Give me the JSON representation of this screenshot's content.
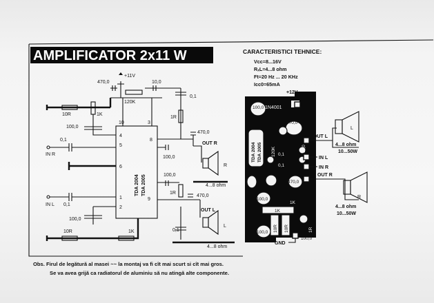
{
  "title": "AMPLIFICATOR 2x11 W",
  "specs": {
    "heading": "CARACTERISTICI TEHNICE:",
    "lines": [
      "Vcc=8...16V",
      "RₓL=4...8 ohm",
      "Ft=20 Hz ... 20 KHz",
      "Icc0=65mA"
    ]
  },
  "schematic": {
    "supply": "+11V",
    "ic_lines": [
      "TDA 2004",
      "TDA 2005"
    ],
    "pins": [
      "1",
      "2",
      "3",
      "4",
      "5",
      "6",
      "8",
      "9",
      "10"
    ],
    "components": {
      "c_470_top": "470,0",
      "c_10_top": "10,0",
      "r_120k": "120K",
      "c_01_top": "0,1",
      "r_10r_top": "10R",
      "r_1k_top": "1K",
      "c_100_left": "100,0",
      "c_01_inr": "0,1",
      "c_01_inl": "0,1",
      "c_100_bot": "100,0",
      "r_10r_bot": "10R",
      "r_1k_bot": "1K",
      "r_1r_top": "1R",
      "c_470_outr": "470,0",
      "c_100_mid": "100,0",
      "c_100_mid2": "100,0",
      "r_1r_bot": "1R",
      "c_470_outl": "470,0",
      "c_01_bot": "0,1"
    },
    "labels": {
      "in_r": "IN R",
      "in_l": "IN L",
      "out_r": "OUT R",
      "out_l": "OUT L",
      "spk_r": "R",
      "spk_l": "L",
      "ohm_r": "4...8 ohm",
      "ohm_l": "4...8 ohm"
    }
  },
  "pcb": {
    "supply": "+12V",
    "diode": "1N4001",
    "ic_lines": [
      "TDA 2004",
      "TDA 2005"
    ],
    "parts": {
      "c1": "100,0",
      "c2": "470,0",
      "c3": "0,1",
      "c4": "0,1",
      "c5": "470,0",
      "c6": "100,0",
      "c7": "100,0",
      "r1": "120K",
      "r2": "1R",
      "r3": "1K",
      "r4": "1K",
      "r5": "10R",
      "r6": "10R",
      "r7": "1R",
      "c8": "10,0",
      "c9": "100,0"
    },
    "labels": {
      "out_l": "OUT L",
      "in_l": "IN L",
      "in_r": "IN R",
      "out_r": "OUT R",
      "gnd": "GND"
    }
  },
  "speakers": {
    "l_label": "L",
    "l_spec": [
      "4...8 ohm",
      "10...50W"
    ],
    "r_label": "R",
    "r_spec": [
      "4...8 ohm",
      "10...50W"
    ]
  },
  "notes": [
    "Obs. Firul de legătură al masei ~~ la montaj va fi cît mai scurt si cît mai gros.",
    "Se va avea grijă ca radiatorul de aluminiu să nu atingă alte componente."
  ]
}
